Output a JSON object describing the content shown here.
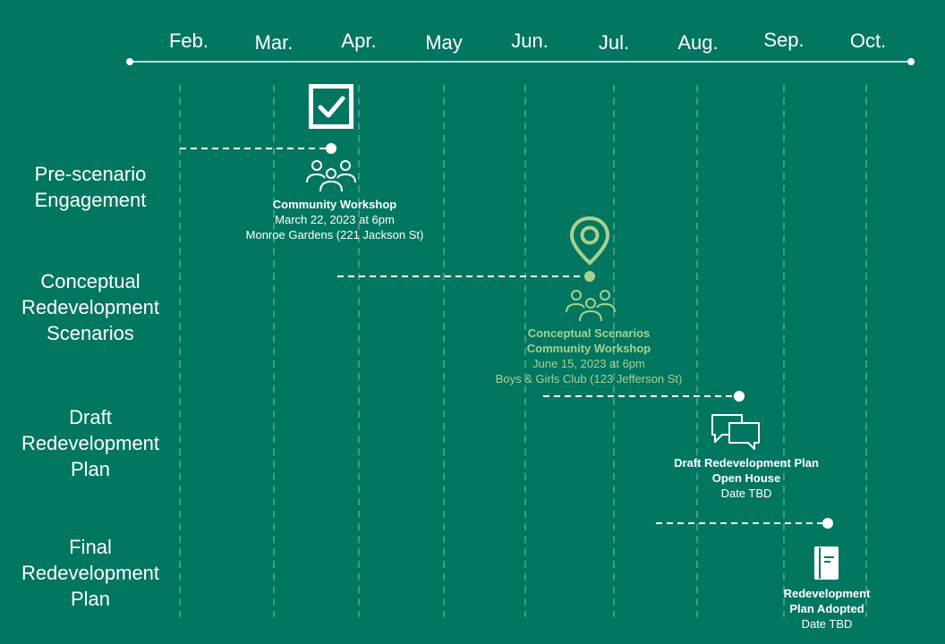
{
  "months": [
    "Feb.",
    "Mar.",
    "Apr.",
    "May",
    "Jun.",
    "Jul.",
    "Aug.",
    "Sep.",
    "Oct."
  ],
  "phases": [
    {
      "label": "Pre-scenario\nEngagement"
    },
    {
      "label": "Conceptual\nRedevelopment\nScenarios"
    },
    {
      "label": "Draft\nRedevelopment\nPlan"
    },
    {
      "label": "Final\nRedevelopment\nPlan"
    }
  ],
  "events": [
    {
      "title": "Community Workshop",
      "date": "March 22, 2023 at 6pm",
      "location": "Monroe Gardens (221 Jackson St)",
      "icon": "people-icon",
      "status_icon": "checkbox-checked-icon"
    },
    {
      "title": "Conceptual Scenarios\nCommunity Workshop",
      "date": "June 15, 2023 at 6pm",
      "location": "Boys & Girls Club (123 Jefferson St)",
      "icon": "people-icon",
      "status_icon": "location-pin-icon"
    },
    {
      "title": "Draft Redevelopment Plan\nOpen House",
      "date": "Date TBD",
      "icon": "chat-bubbles-icon"
    },
    {
      "title": "Redevelopment\nPlan Adopted",
      "date": "Date TBD",
      "icon": "document-icon"
    }
  ],
  "colors": {
    "background": "#017661",
    "foreground": "#ffffff",
    "highlight": "#a9d18e"
  }
}
